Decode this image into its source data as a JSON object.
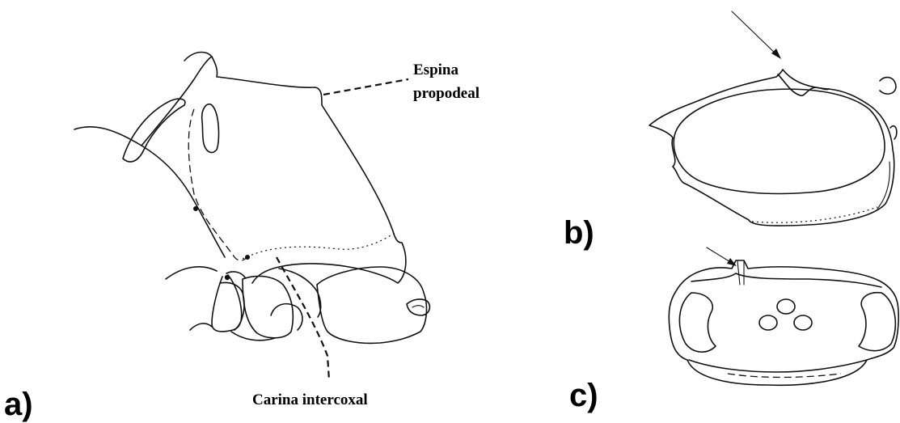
{
  "labels": {
    "espina_line1": "Espina",
    "espina_line2": "propodeal",
    "carina": "Carina intercoxal"
  },
  "panels": {
    "a": "a)",
    "b": "b)",
    "c": "c)"
  }
}
